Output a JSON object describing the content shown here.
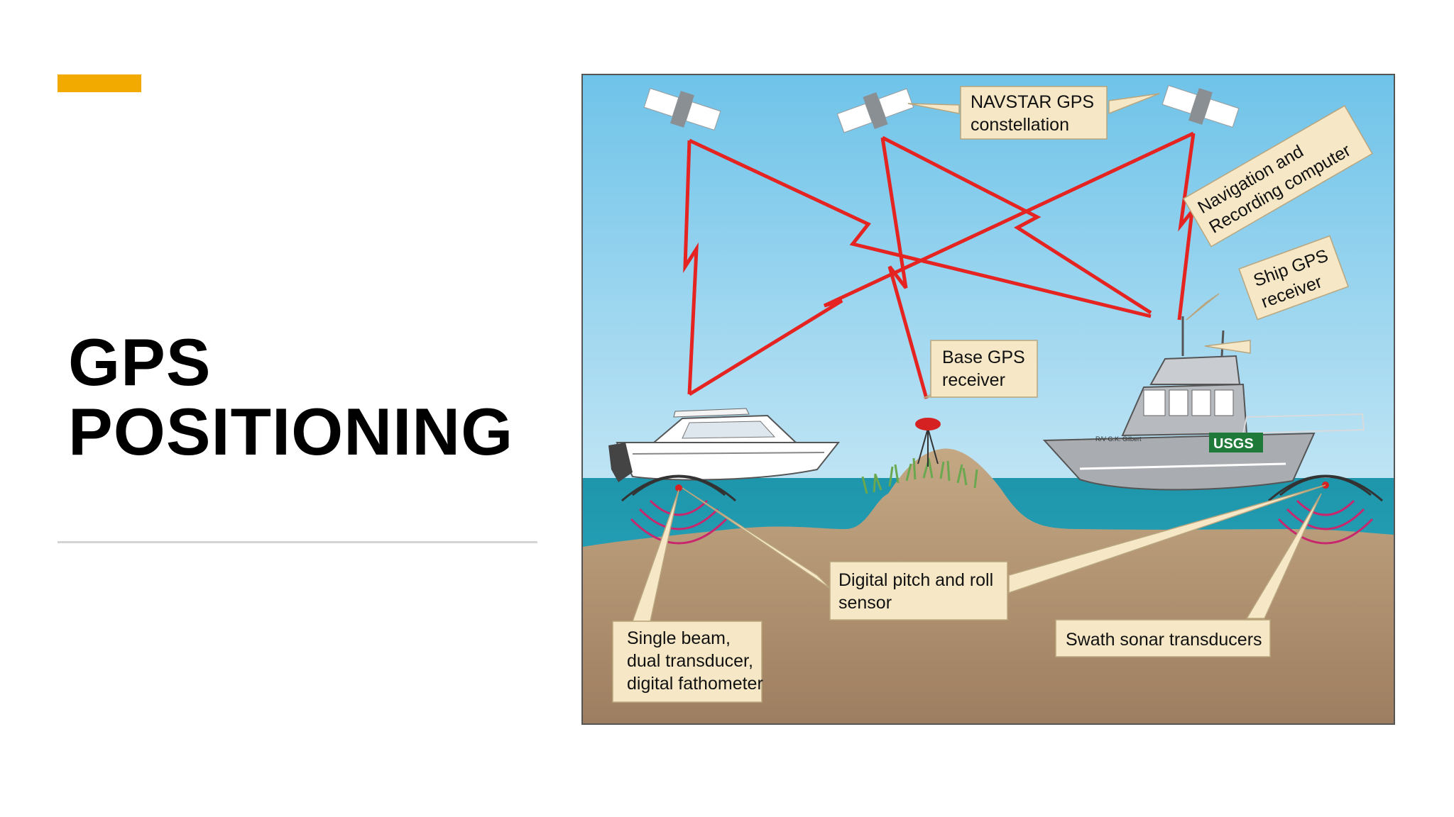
{
  "slide": {
    "title_line1": "GPS",
    "title_line2": "POSITIONING"
  },
  "colors": {
    "accent": "#f2a900",
    "sky": "#7fcbea",
    "sea": "#1f9ab0",
    "seabed": "#b99b7a",
    "signal": "#e52421",
    "callout": "#f6e8c6",
    "usgs_green": "#1f7a3a"
  },
  "diagram": {
    "constellation_label": [
      "NAVSTAR GPS",
      "constellation"
    ],
    "nav_computer_label": [
      "Navigation and",
      "Recording computer"
    ],
    "ship_gps_label": [
      "Ship GPS",
      "receiver"
    ],
    "base_gps_label": [
      "Base GPS",
      "receiver"
    ],
    "pitch_roll_label": [
      "Digital pitch and roll",
      "sensor"
    ],
    "single_beam_label": [
      "Single beam,",
      "dual transducer,",
      "digital fathometer"
    ],
    "swath_label": "Swath sonar transducers",
    "usgs_logo": "USGS",
    "ship_name": "R/V G.K. Gilbert"
  }
}
